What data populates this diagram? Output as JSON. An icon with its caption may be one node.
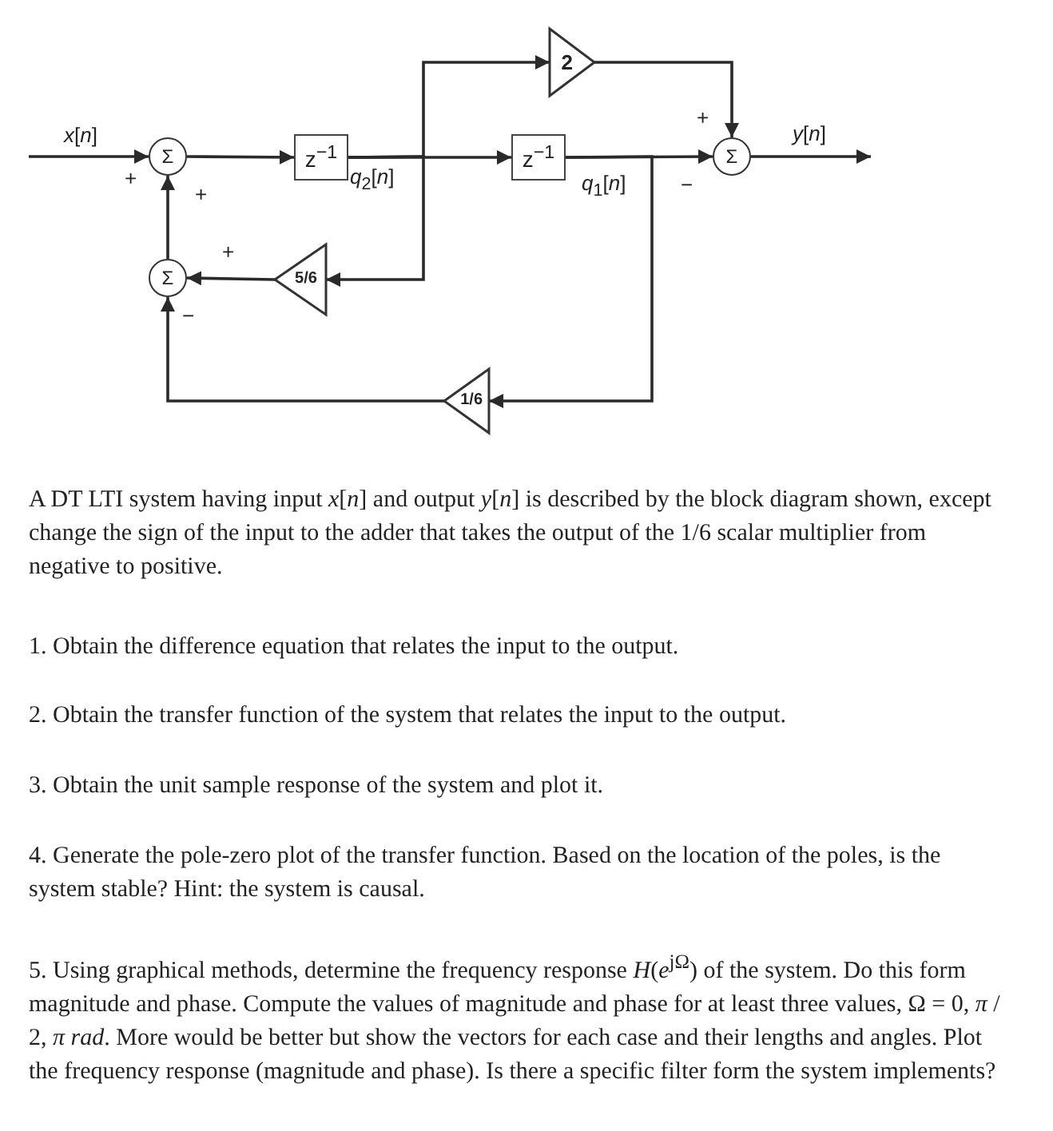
{
  "diagram": {
    "nodes": [
      {
        "text": [
          "Σ"
        ]
      },
      {
        "text": [
          "z$^{−1}$"
        ],
        "beside": [
          "*q*$_{2}$[*n*]"
        ]
      },
      {
        "text": [
          "2"
        ]
      },
      {
        "text": [
          "z$^{−1}$"
        ],
        "beside": [
          "*q*$_{1}$[*n*]"
        ]
      },
      {
        "text": [
          "Σ"
        ]
      },
      {
        "text": [
          "Σ"
        ]
      },
      {
        "text": [
          "5/6"
        ]
      },
      {
        "text": [
          "1/6"
        ]
      }
    ],
    "edges": [
      {
        "from": null,
        "to": 0,
        "arrow": "to",
        "label": "*x*[*n*]"
      },
      {
        "from": 0,
        "to": 1,
        "arrow": "to"
      },
      {
        "from": 1,
        "to": 2,
        "arrow": "to"
      },
      {
        "from": 1,
        "to": 3,
        "arrow": "to"
      },
      {
        "from": 1,
        "to": 6,
        "arrow": "to"
      },
      {
        "from": 2,
        "to": 4,
        "arrow": "to"
      },
      {
        "from": 3,
        "to": 4,
        "arrow": "to"
      },
      {
        "from": 3,
        "to": 7,
        "arrow": "to"
      },
      {
        "from": 4,
        "to": null,
        "arrow": "to",
        "label": "*y*[*n*]"
      },
      {
        "from": 6,
        "to": 5,
        "arrow": "to"
      },
      {
        "from": 7,
        "to": 5,
        "arrow": "to"
      },
      {
        "from": 5,
        "to": 0,
        "arrow": "to"
      }
    ],
    "labels": [
      "+",
      "+",
      "−",
      "+",
      "+",
      "−",
      "A DT LTI system having input *x*[*n*] and output *y*[*n*] is described by the block diagram shown, except change the sign of the input to the adder that takes the output of the 1/6 scalar multiplier from negative to positive.",
      "1. Obtain the difference equation that relates the input to the output.",
      "2. Obtain the transfer function of the system that relates the input to the output.",
      "3. Obtain the unit sample response of the system and plot it.",
      "4. Generate the pole-zero plot of the transfer function. Based on the location of the poles, is the system stable? Hint: the system is causal.",
      "5. Using graphical methods, determine the frequency response *H*(*e*$^{jΩ}$) of the system. Do this form magnitude and phase. Compute the values of magnitude and phase for at least three values, Ω = 0, *π* / 2, *π rad*. More would be better but show the vectors for each case and their lengths and angles. Plot the frequency response (magnitude and phase). Is there a specific filter form the system implements?"
    ]
  }
}
